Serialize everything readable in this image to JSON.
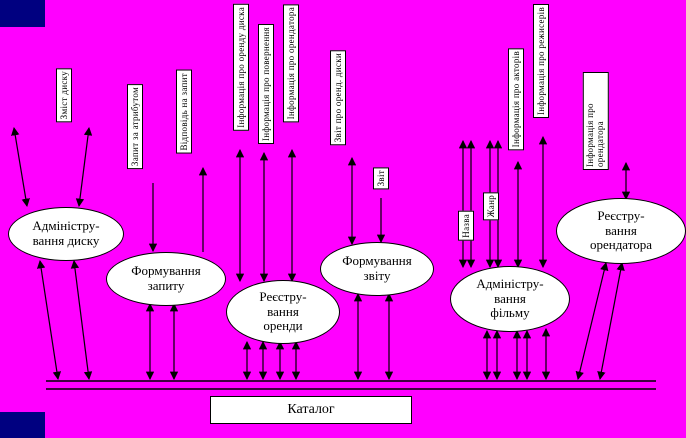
{
  "colors": {
    "background": "#FF00FF",
    "shape_fill": "#FFFFFF",
    "line": "#000000",
    "corner_block": "#000080"
  },
  "processes": [
    {
      "id": "admin-dysku",
      "label": "Адміністру-\nвання диску"
    },
    {
      "id": "form-zapytu",
      "label": "Формування\nзапиту"
    },
    {
      "id": "reestr-orendy",
      "label": "Реєстру-\nвання\nоренди"
    },
    {
      "id": "form-zvitu",
      "label": "Формування\nзвіту"
    },
    {
      "id": "admin-filmu",
      "label": "Адміністру-\nвання\nфільму"
    },
    {
      "id": "reestr-orendatora",
      "label": "Реєстру-\nвання\nорендатора"
    }
  ],
  "flow_labels": [
    {
      "id": "zmist-dysku",
      "text": "Зміст диску"
    },
    {
      "id": "zapyt-za-atrybutom",
      "text": "Запит за атрибутом"
    },
    {
      "id": "vidpovid-na-zapyt",
      "text": "Відповідь на запит"
    },
    {
      "id": "info-orendu-dyska",
      "text": "Інформація про оренду диска"
    },
    {
      "id": "info-povernennya",
      "text": "Інформація про повернення"
    },
    {
      "id": "info-orendatora-left",
      "text": "Інформація про орендатора"
    },
    {
      "id": "zvit-pro-orend-dysky",
      "text": "Звіт про оренд. диски"
    },
    {
      "id": "zvit",
      "text": "Звіт"
    },
    {
      "id": "nazva",
      "text": "Назва"
    },
    {
      "id": "zhanr",
      "text": "Жанр"
    },
    {
      "id": "info-aktoriv",
      "text": "Інформація про акторів"
    },
    {
      "id": "info-rezhyseriv",
      "text": "Інформація про режисерів"
    },
    {
      "id": "info-orendatora-right",
      "text": "Інформація про орендатора"
    }
  ],
  "datastore": {
    "label": "Каталог"
  }
}
